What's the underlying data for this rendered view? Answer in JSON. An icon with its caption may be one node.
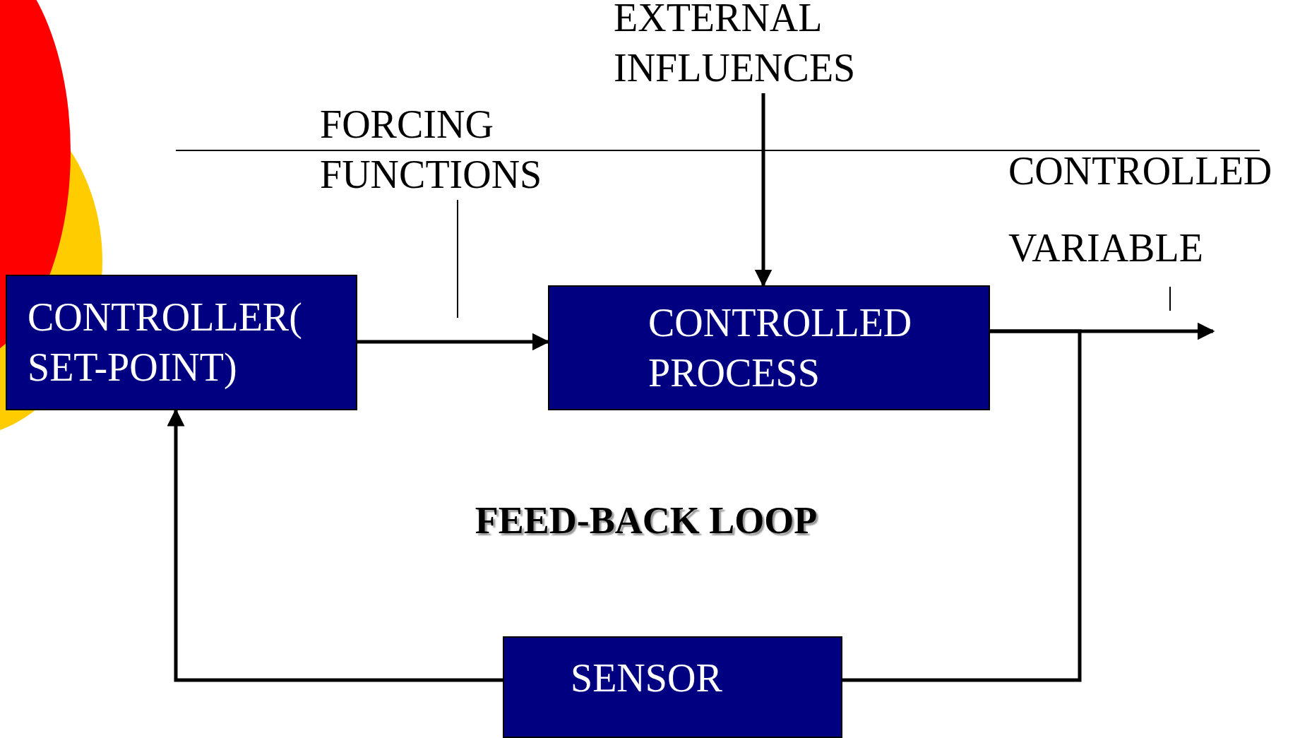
{
  "diagram": {
    "nodes": [
      {
        "text": [
          "EXTERNAL INFLUENCES"
        ]
      },
      {
        "text": [
          "FORCING FUNCTIONS"
        ]
      },
      {
        "text": [
          "CONTROLLED VARIABLE"
        ]
      },
      {
        "text": [
          "CONTROLLER( SET-POINT)"
        ]
      },
      {
        "text": [
          "CONTROLLED PROCESS"
        ]
      },
      {
        "text": [
          "SENSOR"
        ]
      }
    ],
    "edges": [
      {
        "from": 0,
        "to": 4,
        "arrow": "to"
      },
      {
        "from": 3,
        "to": 4,
        "arrow": "to"
      },
      {
        "from": 4,
        "to": null,
        "arrow": "to"
      },
      {
        "from": 4,
        "to": 5,
        "arrow": "none"
      },
      {
        "from": 5,
        "to": 3,
        "arrow": "to"
      },
      {
        "from": 1,
        "to": null,
        "arrow": "none"
      },
      {
        "from": 2,
        "to": null,
        "arrow": "none"
      }
    ],
    "labels": [
      "FEED-BACK LOOP"
    ]
  }
}
